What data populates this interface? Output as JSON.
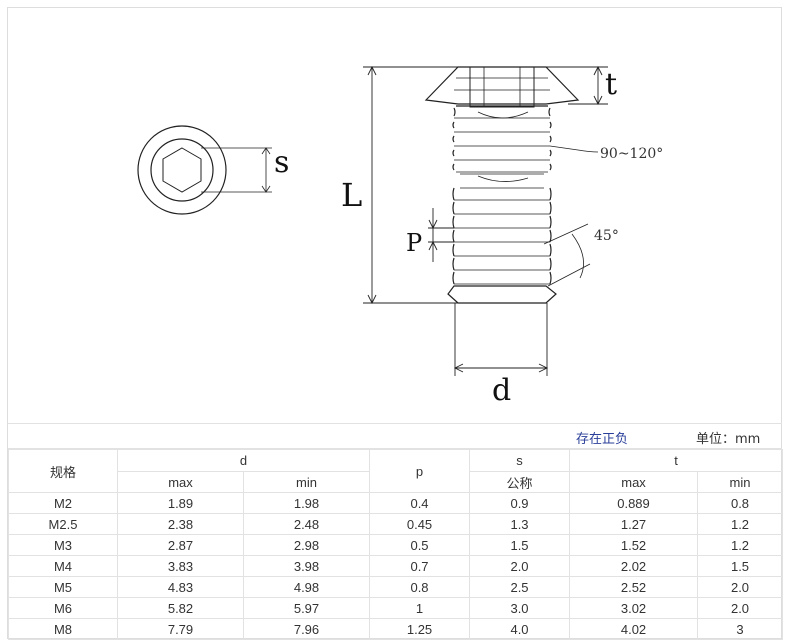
{
  "drawing": {
    "label_s": "s",
    "label_t": "t",
    "label_L": "L",
    "label_P": "P",
    "label_d": "d",
    "angle_cone": "90~120°",
    "angle_thread": "45°"
  },
  "notes": {
    "left": "存在正负",
    "unit": "单位：mm"
  },
  "table": {
    "header": {
      "spec": "规格",
      "d": "d",
      "p": "p",
      "s": "s",
      "t": "t",
      "d_max": "max",
      "d_min": "min",
      "s_nominal": "公称",
      "t_max": "max",
      "t_min": "min"
    },
    "rows": [
      [
        "M2",
        "1.89",
        "1.98",
        "0.4",
        "0.9",
        "0.889",
        "0.8"
      ],
      [
        "M2.5",
        "2.38",
        "2.48",
        "0.45",
        "1.3",
        "1.27",
        "1.2"
      ],
      [
        "M3",
        "2.87",
        "2.98",
        "0.5",
        "1.5",
        "1.52",
        "1.2"
      ],
      [
        "M4",
        "3.83",
        "3.98",
        "0.7",
        "2.0",
        "2.02",
        "1.5"
      ],
      [
        "M5",
        "4.83",
        "4.98",
        "0.8",
        "2.5",
        "2.52",
        "2.0"
      ],
      [
        "M6",
        "5.82",
        "5.97",
        "1",
        "3.0",
        "3.02",
        "2.0"
      ],
      [
        "M8",
        "7.79",
        "7.96",
        "1.25",
        "4.0",
        "4.02",
        "3"
      ]
    ]
  }
}
